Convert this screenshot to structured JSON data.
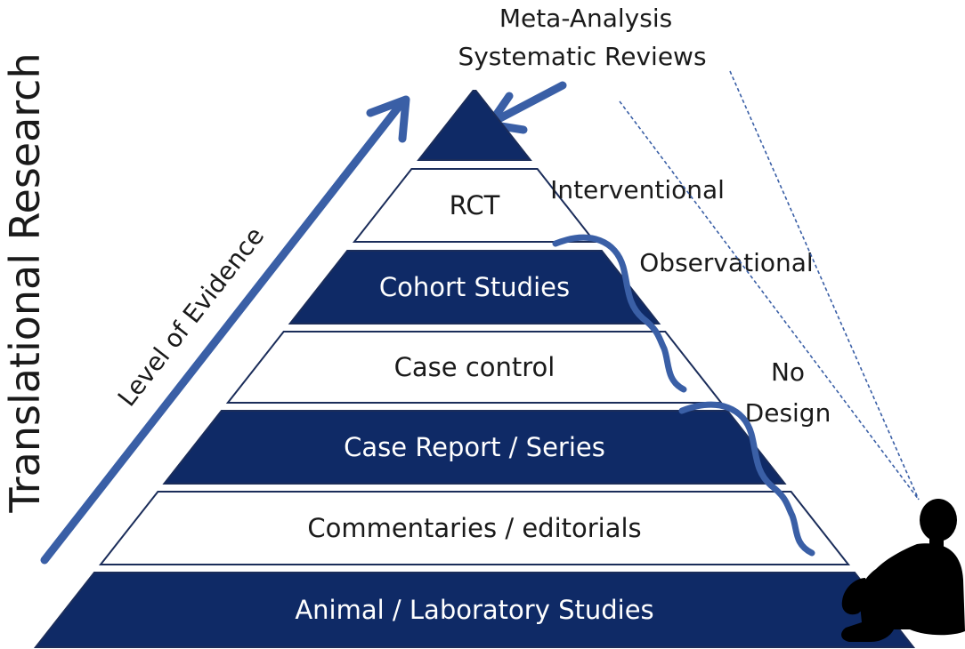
{
  "colors": {
    "navy": "#0f2a66",
    "arrow_blue": "#3a5fa6",
    "outline": "#1b2d5a",
    "text": "#1a1a1a",
    "dash": "#3a5fa6"
  },
  "title_vertical": "Translational Research",
  "evidence_label": "Level of Evidence",
  "top_labels": {
    "line1": "Meta-Analysis",
    "line2": "Systematic Reviews"
  },
  "side_labels": {
    "interventional": "Interventional",
    "observational": "Observational",
    "no_design_line1": "No",
    "no_design_line2": "Design"
  },
  "tiers": [
    {
      "label": "",
      "filled": true
    },
    {
      "label": "RCT",
      "filled": false
    },
    {
      "label": "Cohort Studies",
      "filled": true
    },
    {
      "label": "Case control",
      "filled": false
    },
    {
      "label": "Case Report / Series",
      "filled": true
    },
    {
      "label": "Commentaries / editorials",
      "filled": false
    },
    {
      "label": "Animal / Laboratory Studies",
      "filled": true
    }
  ],
  "icons": {
    "person": "seated-person-icon"
  }
}
